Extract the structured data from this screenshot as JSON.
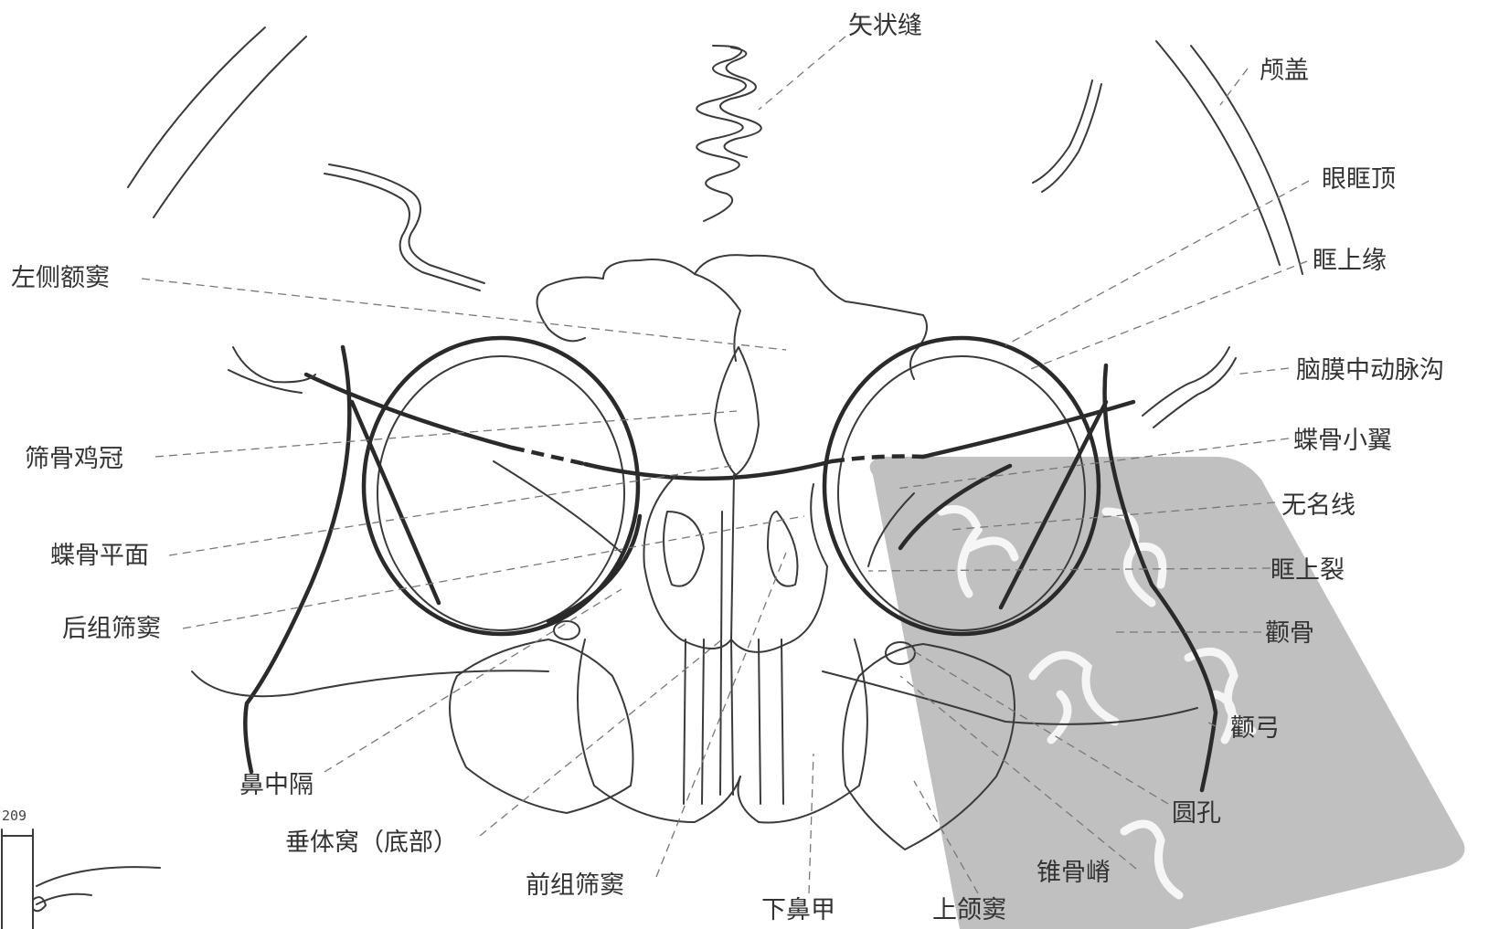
{
  "labels": {
    "sagittal_suture": "矢状缝",
    "calvaria": "颅盖",
    "orbital_roof": "眼眶顶",
    "supraorbital_margin": "眶上缘",
    "left_frontal_sinus": "左侧额窦",
    "middle_meningeal_groove": "脑膜中动脉沟",
    "crista_galli": "筛骨鸡冠",
    "lesser_wing_sphenoid": "蝶骨小翼",
    "innominate_line": "无名线",
    "planum_sphenoidale": "蝶骨平面",
    "superior_orbital_fissure": "眶上裂",
    "posterior_ethmoid": "后组筛窦",
    "zygoma": "颧骨",
    "zygomatic_arch": "颧弓",
    "nasal_septum": "鼻中隔",
    "foramen_rotundum": "圆孔",
    "pituitary_fossa_floor": "垂体窝（底部）",
    "petrous_ridge": "锥骨嵴",
    "anterior_ethmoid": "前组筛窦",
    "inferior_turbinate": "下鼻甲",
    "maxillary_sinus": "上颌窦"
  },
  "corner_number": "209",
  "watermark": {
    "color": "#b9b9b9"
  }
}
